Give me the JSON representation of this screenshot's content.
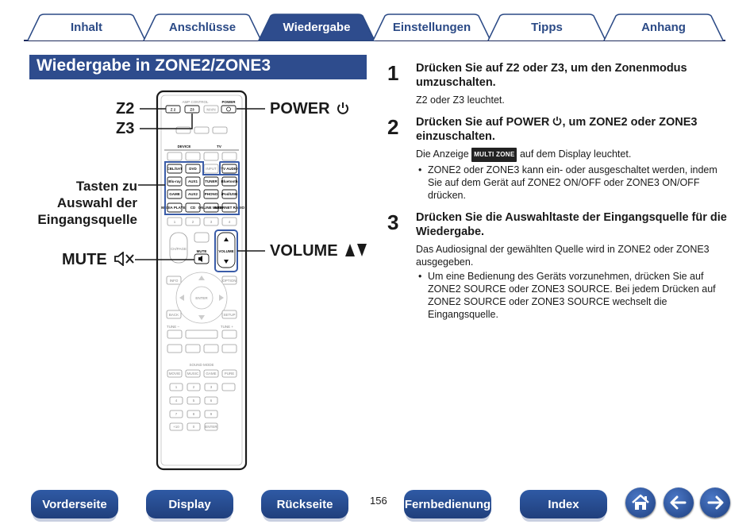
{
  "tabs": [
    {
      "label": "Inhalt",
      "active": false
    },
    {
      "label": "Anschlüsse",
      "active": false
    },
    {
      "label": "Wiedergabe",
      "active": true
    },
    {
      "label": "Einstellungen",
      "active": false
    },
    {
      "label": "Tipps",
      "active": false
    },
    {
      "label": "Anhang",
      "active": false
    }
  ],
  "section_title": "Wiedergabe in ZONE2/ZONE3",
  "callouts": {
    "z2": "Z2",
    "z3": "Z3",
    "power": "POWER",
    "input_line1": "Tasten zu",
    "input_line2": "Auswahl der",
    "input_line3": "Eingangsquelle",
    "mute": "MUTE",
    "volume": "VOLUME"
  },
  "remote": {
    "amp_control": "AMP CONTROL",
    "power": "POWER",
    "z2": "Z 2",
    "z3": "Z3",
    "main": "MAIN",
    "device": "DEVICE",
    "tv": "TV",
    "buttons": [
      "CBL/SAT",
      "DVD",
      "INPUT",
      "TV AUDIO",
      "Blu-ray",
      "AUX1",
      "TUNER",
      "Bluetooth",
      "GAME",
      "AUX2",
      "PHONO",
      "iPod/USB",
      "MEDIA PLAYER",
      "CD",
      "ONLINE MUSIC",
      "INTERNET RADIO"
    ],
    "numbers": [
      "1",
      "2",
      "3",
      "4"
    ],
    "ch_page": "CH/PAGE",
    "mute": "MUTE",
    "volume": "VOLUME",
    "info": "INFO",
    "option": "OPTION",
    "enter": "ENTER",
    "back": "BACK",
    "setup": "SETUP",
    "tune_minus": "TUNE –",
    "tune_plus": "TUNE +",
    "sound_mode": "SOUND MODE",
    "modes": [
      "MOVIE",
      "MUSIC",
      "GAME",
      "PURE"
    ],
    "keypad": [
      "1",
      "2",
      "3",
      "4",
      "5",
      "6",
      "7",
      "8",
      "9",
      "+10",
      "0",
      "ENTER"
    ]
  },
  "steps": [
    {
      "number": "1",
      "heading": "Drücken Sie auf Z2 oder Z3, um den Zonenmodus umzuschalten.",
      "body": "Z2 oder Z3 leuchtet."
    },
    {
      "number": "2",
      "heading_pre": "Drücken Sie auf POWER ",
      "heading_post": ", um ZONE2 oder ZONE3 einzuschalten.",
      "body_pre": "Die Anzeige ",
      "badge": "MULTI ZONE",
      "body_post": " auf dem Display leuchtet.",
      "bullet": "ZONE2 oder ZONE3 kann ein- oder ausgeschaltet werden, indem Sie auf dem Gerät auf ZONE2 ON/OFF oder ZONE3 ON/OFF drücken."
    },
    {
      "number": "3",
      "heading": "Drücken Sie die Auswahltaste der Eingangsquelle für die Wiedergabe.",
      "body": "Das Audiosignal der gewählten Quelle wird in ZONE2 oder ZONE3 ausgegeben.",
      "bullet": "Um eine Bedienung des Geräts vorzunehmen, drücken Sie auf ZONE2 SOURCE oder ZONE3 SOURCE. Bei jedem Drücken auf ZONE2 SOURCE oder ZONE3 SOURCE wechselt die Eingangsquelle."
    }
  ],
  "nav": {
    "front": "Vorderseite",
    "display": "Display",
    "back": "Rückseite",
    "page": "156",
    "remote": "Fernbedienung",
    "index": "Index"
  },
  "icons": {
    "home": "home-icon",
    "prev": "arrow-left-icon",
    "next": "arrow-right-icon",
    "power": "power-icon",
    "mute": "speaker-mute-icon"
  },
  "colors": {
    "primary": "#2e4c8d",
    "tab_text": "#2b4a86",
    "highlight": "#3a5ca8"
  }
}
